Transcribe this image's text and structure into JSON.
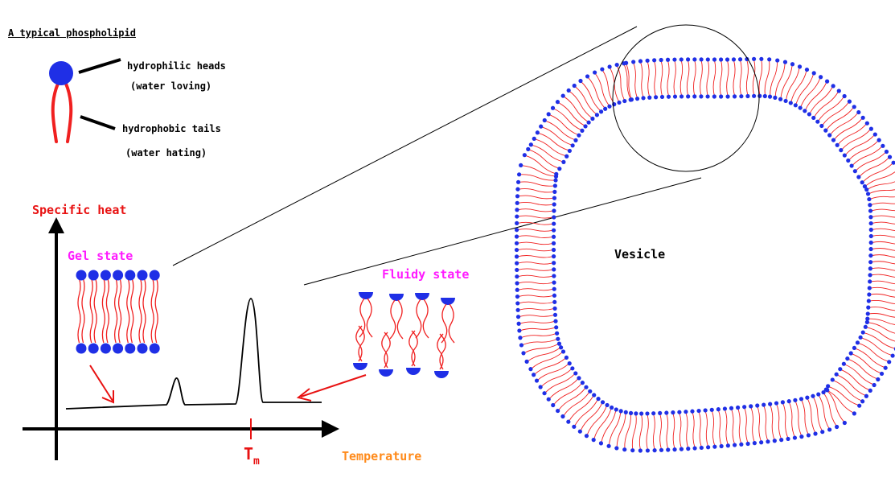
{
  "title": "A typical phospholipid",
  "legend": {
    "head_label": "hydrophilic heads",
    "head_note": "(water loving)",
    "tail_label": "hydrophobic tails",
    "tail_note": "(water hating)"
  },
  "graph": {
    "ylabel": "Specific heat",
    "xlabel": "Temperature",
    "tm_main": "T",
    "tm_sub": "m",
    "gel_label": "Gel state",
    "fluid_label": "Fluidy state"
  },
  "vesicle_label": "Vesicle",
  "colors": {
    "head": "#1f2fe6",
    "tail": "#f02020",
    "magenta": "#ff1aff",
    "orange": "#ff8a1a",
    "red_text": "#e81212",
    "line": "#000000"
  }
}
